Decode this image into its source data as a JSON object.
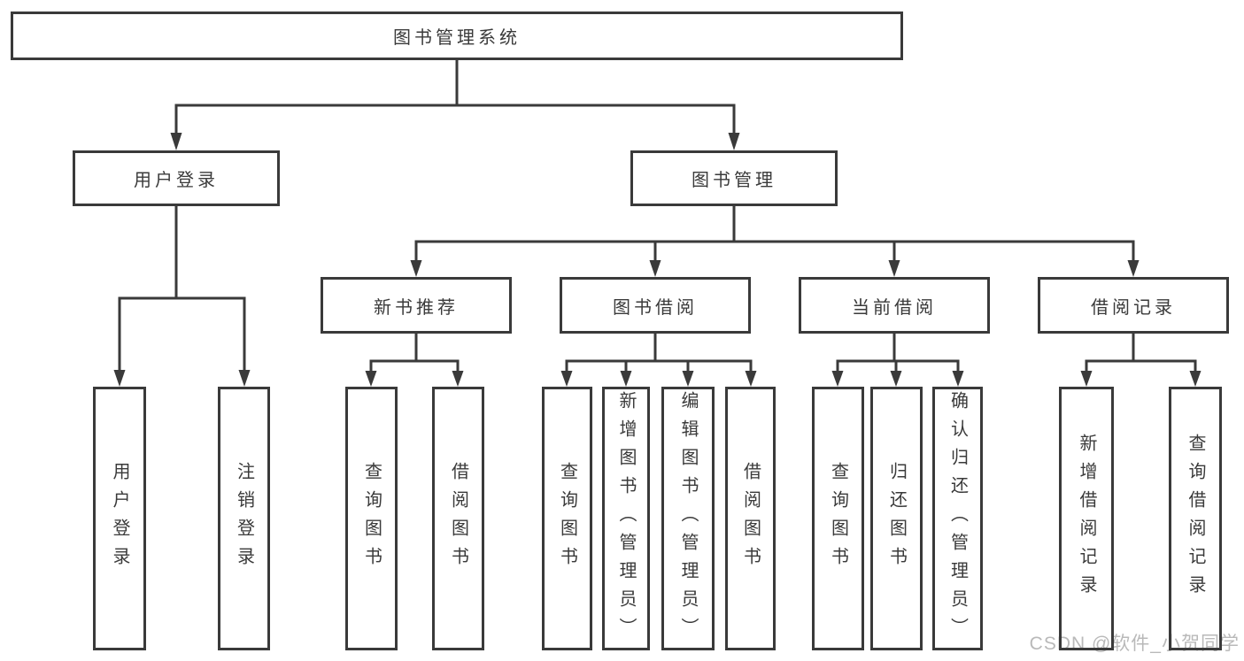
{
  "diagram": {
    "root": {
      "label": "图书管理系统"
    },
    "level2": [
      {
        "label": "用户登录"
      },
      {
        "label": "图书管理"
      }
    ],
    "level3": [
      {
        "label": "新书推荐",
        "parent": "图书管理"
      },
      {
        "label": "图书借阅",
        "parent": "图书管理"
      },
      {
        "label": "当前借阅",
        "parent": "图书管理"
      },
      {
        "label": "借阅记录",
        "parent": "图书管理"
      }
    ],
    "leaves": [
      {
        "label": "用户登录",
        "parent": "用户登录"
      },
      {
        "label": "注销登录",
        "parent": "用户登录"
      },
      {
        "label": "查询图书",
        "parent": "新书推荐"
      },
      {
        "label": "借阅图书",
        "parent": "新书推荐"
      },
      {
        "label": "查询图书",
        "parent": "图书借阅"
      },
      {
        "label": "新增图书（管理员）",
        "parent": "图书借阅"
      },
      {
        "label": "编辑图书（管理员）",
        "parent": "图书借阅"
      },
      {
        "label": "借阅图书",
        "parent": "图书借阅"
      },
      {
        "label": "查询图书",
        "parent": "当前借阅"
      },
      {
        "label": "归还图书",
        "parent": "当前借阅"
      },
      {
        "label": "确认归还（管理员）",
        "parent": "当前借阅"
      },
      {
        "label": "新增借阅记录",
        "parent": "借阅记录"
      },
      {
        "label": "查询借阅记录",
        "parent": "借阅记录"
      }
    ],
    "watermark": "CSDN @软件_小贺同学"
  },
  "colors": {
    "line": "#3a3a3a",
    "text": "#3a3a3a",
    "background": "#ffffff",
    "watermark": "#b9b9b9"
  }
}
